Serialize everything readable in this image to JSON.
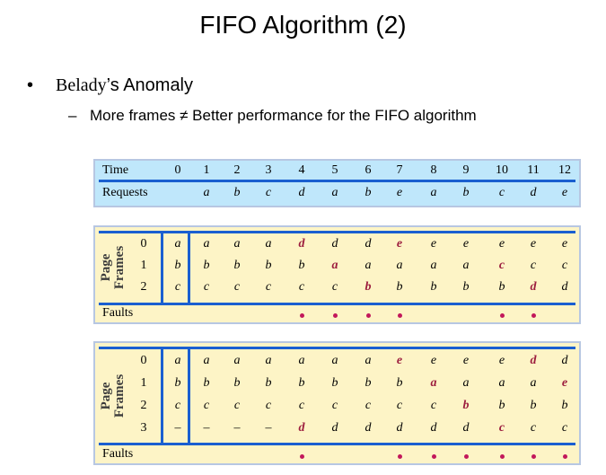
{
  "slide": {
    "title": "FIFO Algorithm (2)",
    "bullet_marker": "•",
    "bullet_prefix": "Belady",
    "bullet_suffix": "’s Anomaly",
    "sub_marker": "–",
    "sub_text": "More frames ≠ Better performance for the FIFO algorithm"
  },
  "timeline": {
    "time_label": "Time",
    "requests_label": "Requests",
    "times": [
      "0",
      "1",
      "2",
      "3",
      "4",
      "5",
      "6",
      "7",
      "8",
      "9",
      "10",
      "11",
      "12"
    ],
    "requests": [
      "",
      "a",
      "b",
      "c",
      "d",
      "a",
      "b",
      "e",
      "a",
      "b",
      "c",
      "d",
      "e"
    ]
  },
  "table3": {
    "label": "Page Frames",
    "faults_label": "Faults",
    "frames": [
      "0",
      "1",
      "2"
    ],
    "rows": [
      [
        "a",
        "a",
        "a",
        "a",
        "d",
        "d",
        "d",
        "e",
        "e",
        "e",
        "e",
        "e",
        "e"
      ],
      [
        "b",
        "b",
        "b",
        "b",
        "b",
        "a",
        "a",
        "a",
        "a",
        "a",
        "c",
        "c",
        "c"
      ],
      [
        "c",
        "c",
        "c",
        "c",
        "c",
        "c",
        "b",
        "b",
        "b",
        "b",
        "b",
        "d",
        "d"
      ]
    ],
    "highlights": [
      [
        0,
        4
      ],
      [
        1,
        5
      ],
      [
        2,
        6
      ],
      [
        0,
        7
      ],
      [
        1,
        10
      ],
      [
        2,
        11
      ]
    ],
    "faults": [
      4,
      5,
      6,
      7,
      10,
      11
    ]
  },
  "table4": {
    "label": "Page Frames",
    "faults_label": "Faults",
    "frames": [
      "0",
      "1",
      "2",
      "3"
    ],
    "rows": [
      [
        "a",
        "a",
        "a",
        "a",
        "a",
        "a",
        "a",
        "e",
        "e",
        "e",
        "e",
        "d",
        "d"
      ],
      [
        "b",
        "b",
        "b",
        "b",
        "b",
        "b",
        "b",
        "b",
        "a",
        "a",
        "a",
        "a",
        "e"
      ],
      [
        "c",
        "c",
        "c",
        "c",
        "c",
        "c",
        "c",
        "c",
        "c",
        "b",
        "b",
        "b",
        "b"
      ],
      [
        "–",
        "–",
        "–",
        "–",
        "d",
        "d",
        "d",
        "d",
        "d",
        "d",
        "c",
        "c",
        "c"
      ]
    ],
    "highlights": [
      [
        3,
        4
      ],
      [
        0,
        7
      ],
      [
        1,
        8
      ],
      [
        2,
        9
      ],
      [
        3,
        10
      ],
      [
        0,
        11
      ],
      [
        1,
        12
      ]
    ],
    "faults": [
      4,
      7,
      8,
      9,
      10,
      11,
      12
    ]
  },
  "colors": {
    "accent_line": "#1a5fd0",
    "highlight": "#9c1d3e",
    "fault_dot": "#c2185b",
    "table_bg": "#fdf4c6",
    "timeline_bg": "#bfe7fb"
  }
}
